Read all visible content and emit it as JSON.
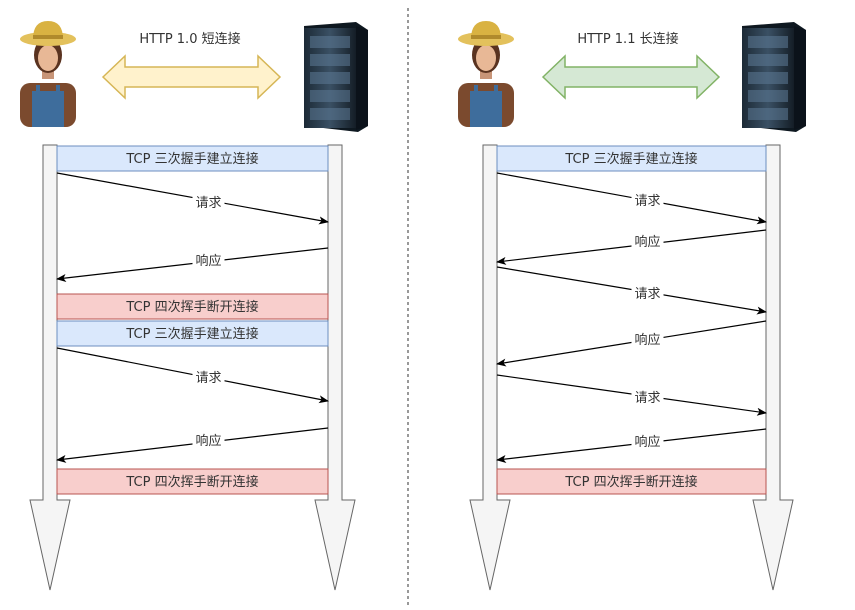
{
  "left_panel": {
    "title": "HTTP 1.0 短连接",
    "arrow_fill": "#fff2cc",
    "arrow_stroke": "#d6b656",
    "steps": [
      {
        "kind": "box",
        "style": "open",
        "label": "TCP 三次握手建立连接"
      },
      {
        "kind": "msg",
        "dir": "c2s",
        "label": "请求"
      },
      {
        "kind": "msg",
        "dir": "s2c",
        "label": "响应"
      },
      {
        "kind": "box",
        "style": "close",
        "label": "TCP 四次挥手断开连接"
      },
      {
        "kind": "box",
        "style": "open",
        "label": "TCP 三次握手建立连接"
      },
      {
        "kind": "msg",
        "dir": "c2s",
        "label": "请求"
      },
      {
        "kind": "msg",
        "dir": "s2c",
        "label": "响应"
      },
      {
        "kind": "box",
        "style": "close",
        "label": "TCP 四次挥手断开连接"
      }
    ]
  },
  "right_panel": {
    "title": "HTTP 1.1 长连接",
    "arrow_fill": "#d5e8d4",
    "arrow_stroke": "#82b366",
    "steps": [
      {
        "kind": "box",
        "style": "open",
        "label": "TCP 三次握手建立连接"
      },
      {
        "kind": "msg",
        "dir": "c2s",
        "label": "请求"
      },
      {
        "kind": "msg",
        "dir": "s2c",
        "label": "响应"
      },
      {
        "kind": "msg",
        "dir": "c2s",
        "label": "请求"
      },
      {
        "kind": "msg",
        "dir": "s2c",
        "label": "响应"
      },
      {
        "kind": "msg",
        "dir": "c2s",
        "label": "请求"
      },
      {
        "kind": "msg",
        "dir": "s2c",
        "label": "响应"
      },
      {
        "kind": "box",
        "style": "close",
        "label": "TCP 四次挥手断开连接"
      }
    ]
  },
  "colors": {
    "open_box_fill": "#dae8fc",
    "open_box_stroke": "#6c8ebf",
    "close_box_fill": "#f8cecc",
    "close_box_stroke": "#b85450",
    "lifeline_fill": "#f5f5f5",
    "lifeline_stroke": "#666666",
    "message_stroke": "#000000",
    "divider": "#333333"
  }
}
